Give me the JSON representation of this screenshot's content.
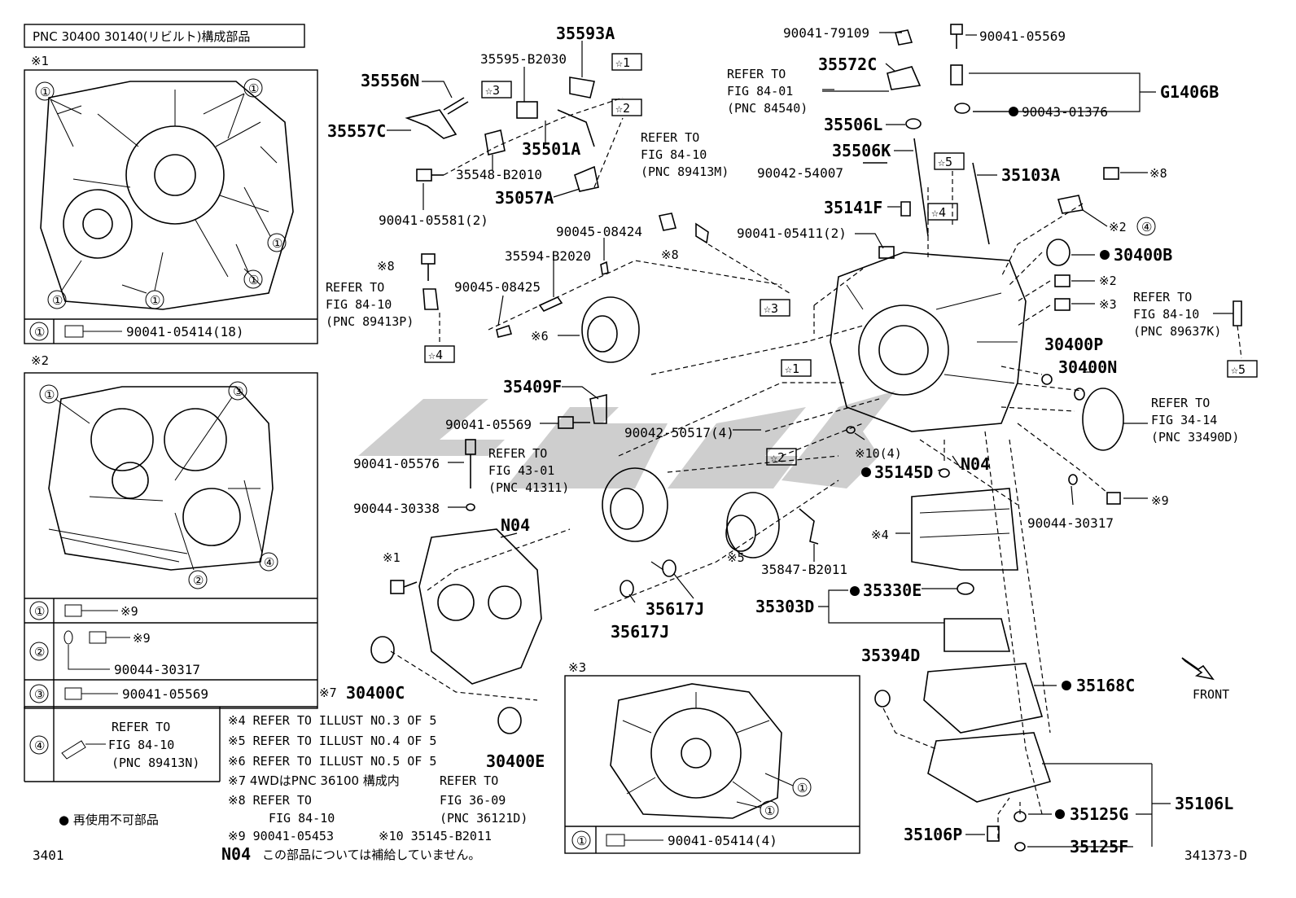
{
  "header": {
    "title": "PNC 30400 30140(リビルト)構成部品"
  },
  "insets": {
    "i1": {
      "mark": "※1",
      "circle": "①",
      "part": "90041-05414(18)"
    },
    "i2": {
      "mark": "※2",
      "rows": [
        {
          "circle": "①",
          "part": "※9"
        },
        {
          "circle": "②",
          "part": "※9",
          "washer": "90044-30317"
        },
        {
          "circle": "③",
          "part": "90041-05569"
        },
        {
          "circle": "④",
          "ref1": "REFER TO",
          "ref2": "FIG 84-10",
          "ref3": "(PNC 89413N)"
        }
      ]
    },
    "i3": {
      "mark": "※3",
      "circle": "①",
      "part": "90041-05414(4)"
    }
  },
  "circles": {
    "c1": "①",
    "c2": "②",
    "c3": "③",
    "c4": "④"
  },
  "labels": {
    "p35593A": "35593A",
    "p35595": "35595-B2030",
    "p35556N": "35556N",
    "p35557C": "35557C",
    "p35548": "35548-B2010",
    "p35501A": "35501A",
    "p35057A": "35057A",
    "p90041_05581": "90041-05581(2)",
    "p90045_08424": "90045-08424",
    "p35594": "35594-B2020",
    "p90045_08425": "90045-08425",
    "x8": "※8",
    "x6": "※6",
    "x5": "※5",
    "x4": "※4",
    "x1": "※1",
    "x2": "※2",
    "x3": "※3",
    "x9": "※9",
    "x7": "※7",
    "x10": "※10(4)",
    "p35409F": "35409F",
    "p90041_05569a": "90041-05569",
    "p90042_50517": "90042-50517(4)",
    "p90041_05576": "90041-05576",
    "p90044_30338": "90044-30338",
    "n04a": "N04",
    "n04b": "N04",
    "p30400C": "30400C",
    "p30400E": "30400E",
    "p35617Ja": "35617J",
    "p35617Jb": "35617J",
    "p35847": "35847-B2011",
    "p35303D": "35303D",
    "p35330E": "35330E",
    "p35394D": "35394D",
    "p35168C": "35168C",
    "p35106L": "35106L",
    "p35125G": "35125G",
    "p35125F": "35125F",
    "p35106P": "35106P",
    "p35145D": "35145D",
    "p90044_30317b": "90044-30317",
    "p90041_79109": "90041-79109",
    "p90041_05569b": "90041-05569",
    "p35572C": "35572C",
    "p35506L": "35506L",
    "p35506K": "35506K",
    "p90043_01376": "90043-01376",
    "g1406b": "G1406B",
    "p90042_54007": "90042-54007",
    "p35103A": "35103A",
    "p35141F": "35141F",
    "p90041_05411": "90041-05411(2)",
    "p30400B": "30400B",
    "p30400P": "30400P",
    "p30400N": "30400N",
    "front": "FRONT",
    "s1": "☆1",
    "s2": "☆2",
    "s3": "☆3",
    "s4": "☆4",
    "s5": "☆5"
  },
  "refs": {
    "r84_01": [
      "REFER TO",
      "FIG 84-01",
      "(PNC 84540)"
    ],
    "r84_10m": [
      "REFER TO",
      "FIG 84-10",
      "(PNC 89413M)"
    ],
    "r84_10p": [
      "REFER TO",
      "FIG 84-10",
      "(PNC 89413P)"
    ],
    "r84_10k": [
      "REFER TO",
      "FIG 84-10",
      "(PNC 89637K)"
    ],
    "r34_14": [
      "REFER TO",
      "FIG 34-14",
      "(PNC 33490D)"
    ],
    "r43_01": [
      "REFER TO",
      "FIG 43-01",
      "(PNC 41311)"
    ]
  },
  "notes": {
    "n4": "※4   REFER TO ILLUST NO.3 OF 5",
    "n5": "※5   REFER TO ILLUST NO.4 OF 5",
    "n6": "※6   REFER TO ILLUST NO.5 OF 5",
    "n7": "※7   4WDはPNC 36100 構成内",
    "n8a": "※8   REFER TO",
    "n8b": "FIG 84-10",
    "n8c": "REFER TO",
    "n8d": "FIG 36-09",
    "n8e": "(PNC 36121D)",
    "n9": "※9   90041-05453",
    "n10": "※10 35145-B2011",
    "n04note": "この部品については補給していません。",
    "n04label": "N04"
  },
  "legend": {
    "text": "● 再使用不可部品"
  },
  "footer": {
    "left": "3401",
    "right": "341373-D"
  }
}
